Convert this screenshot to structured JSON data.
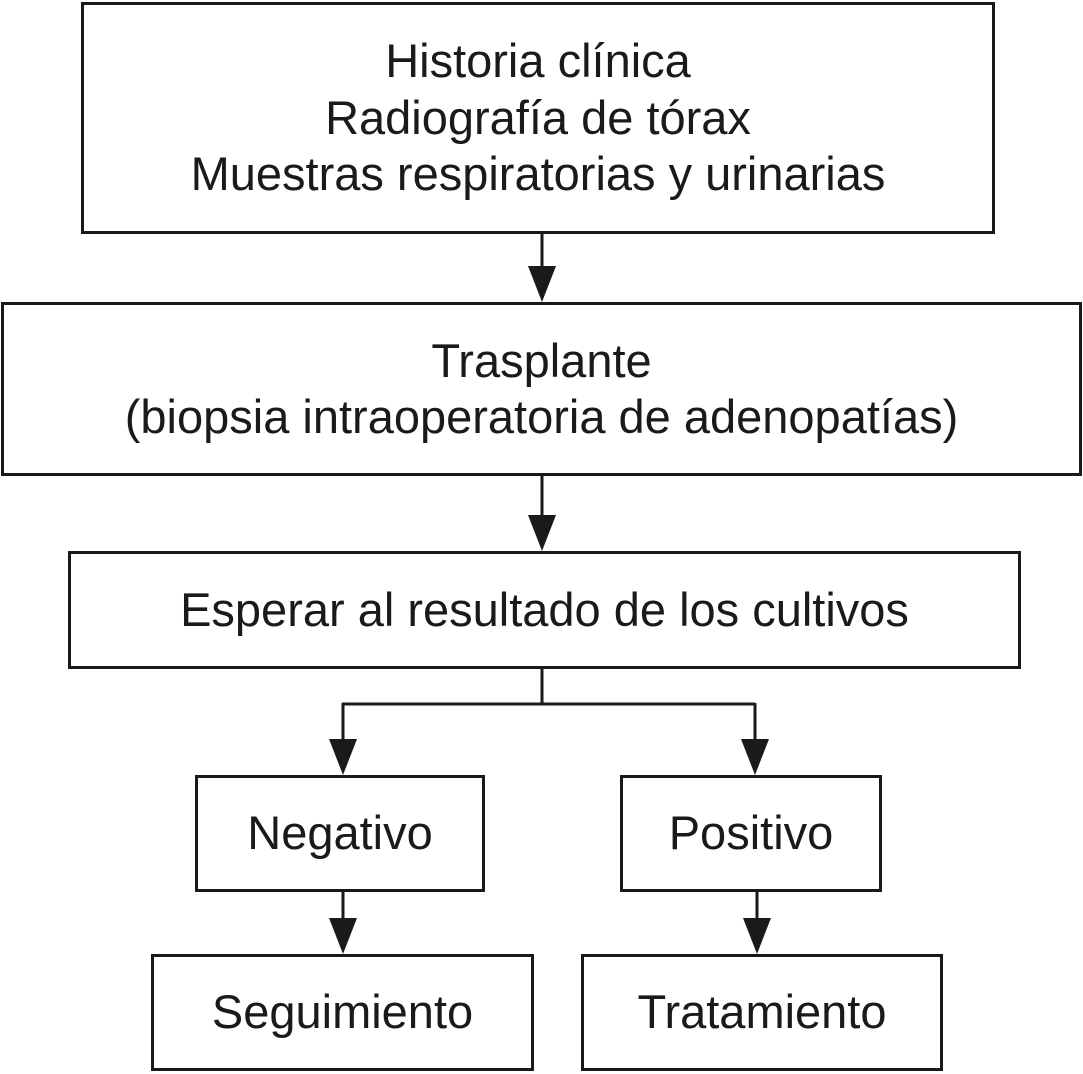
{
  "boxes": {
    "history": {
      "lines": [
        "Historia clínica",
        "Radiografía de tórax",
        "Muestras respiratorias y urinarias"
      ]
    },
    "transplant": {
      "lines": [
        "Trasplante",
        "(biopsia intraoperatoria de adenopatías)"
      ]
    },
    "wait": {
      "lines": [
        "Esperar al resultado de los cultivos"
      ]
    },
    "negative": {
      "lines": [
        "Negativo"
      ]
    },
    "positive": {
      "lines": [
        "Positivo"
      ]
    },
    "followup": {
      "lines": [
        "Seguimiento"
      ]
    },
    "treatment": {
      "lines": [
        "Tratamiento"
      ]
    }
  },
  "colors": {
    "stroke": "#1a1a1a",
    "background": "#ffffff"
  }
}
